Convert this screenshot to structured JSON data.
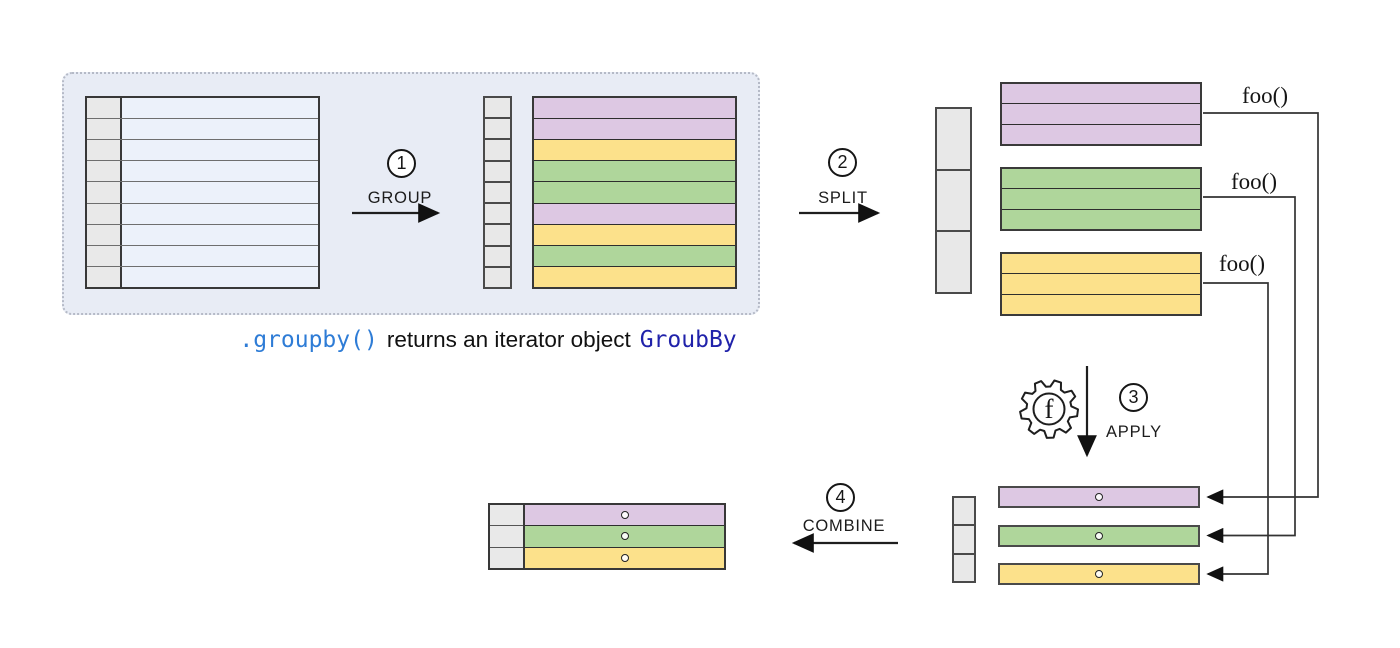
{
  "palette": {
    "purple": "#ddc8e3",
    "green": "#afd69b",
    "yellow": "#fce18b",
    "plain_row": "#ecf1fa",
    "index_cell": "#e9e9e9",
    "panel_bg": "#e8ecf5",
    "border_dark": "#383838",
    "line": "#1e1e1e",
    "code_blue": "#2e7cd6",
    "object_navy": "#2022aa"
  },
  "caption": {
    "code": ".groupby()",
    "text": "returns an iterator object",
    "object_name": "GroubBy"
  },
  "steps": [
    {
      "number": "1",
      "label": "GROUP"
    },
    {
      "number": "2",
      "label": "SPLIT"
    },
    {
      "number": "3",
      "label": "APPLY"
    },
    {
      "number": "4",
      "label": "COMBINE"
    }
  ],
  "source_table": {
    "row_count": 9
  },
  "grouped_table": {
    "index_cell_count": 9,
    "row_colors": [
      "purple",
      "purple",
      "yellow",
      "green",
      "green",
      "purple",
      "yellow",
      "green",
      "yellow"
    ]
  },
  "split_groups": {
    "index_cell_count": 3,
    "groups": [
      {
        "color": "purple",
        "row_count": 3,
        "fn_label": "foo()"
      },
      {
        "color": "green",
        "row_count": 3,
        "fn_label": "foo()"
      },
      {
        "color": "yellow",
        "row_count": 3,
        "fn_label": "foo()"
      }
    ]
  },
  "apply": {
    "gear_letter": "f"
  },
  "result_rows": {
    "index_cell_count": 3,
    "colors": [
      "purple",
      "green",
      "yellow"
    ]
  },
  "combined_table": {
    "index_cell_count": 3,
    "row_colors": [
      "purple",
      "green",
      "yellow"
    ]
  }
}
